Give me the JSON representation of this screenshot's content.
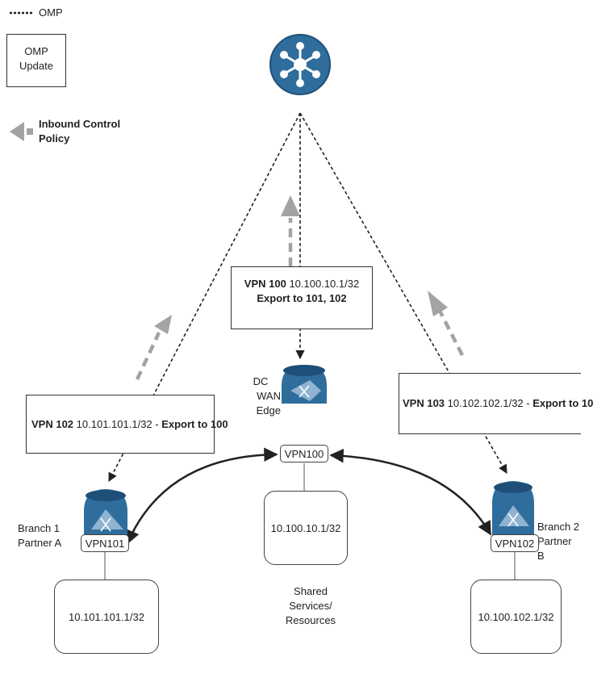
{
  "legend": {
    "omp_label": "OMP",
    "update_box": [
      "OMP",
      "Update"
    ],
    "policy_label": [
      "Inbound Control",
      "Policy"
    ]
  },
  "updates": {
    "vpn100": {
      "bold_vpn": "VPN 100",
      "prefix": "10.100.10.1/32",
      "export": "Export to 101, 102"
    },
    "vpn102": {
      "bold_vpn": "VPN 102",
      "prefix": "10.101.101.1/32",
      "sep": " - ",
      "export": "Export to 100"
    },
    "vpn103": {
      "bold_vpn": "VPN 103",
      "prefix": "10.102.102.1/32",
      "sep": " - ",
      "export": "Export to 10"
    }
  },
  "routers": {
    "dc": {
      "label": [
        "DC",
        "WAN Edge"
      ],
      "vpn": "VPN100",
      "prefix": "10.100.10.1/32"
    },
    "branch1": {
      "label": [
        "Branch 1",
        "Partner A"
      ],
      "vpn": "VPN101",
      "prefix": "10.101.101.1/32"
    },
    "branch2": {
      "label": [
        "Branch 2",
        "Partner B"
      ],
      "vpn": "VPN102",
      "prefix": "10.100.102.1/32"
    }
  },
  "shared_label": [
    "Shared",
    "Services/",
    "Resources"
  ],
  "colors": {
    "device_blue": "#2f6d9c",
    "device_dark": "#1f4f78",
    "arrow_gray": "#a3a3a3",
    "line": "#222222"
  },
  "icons": {
    "controller": "hub-icon",
    "router": "router-arrows-icon"
  }
}
